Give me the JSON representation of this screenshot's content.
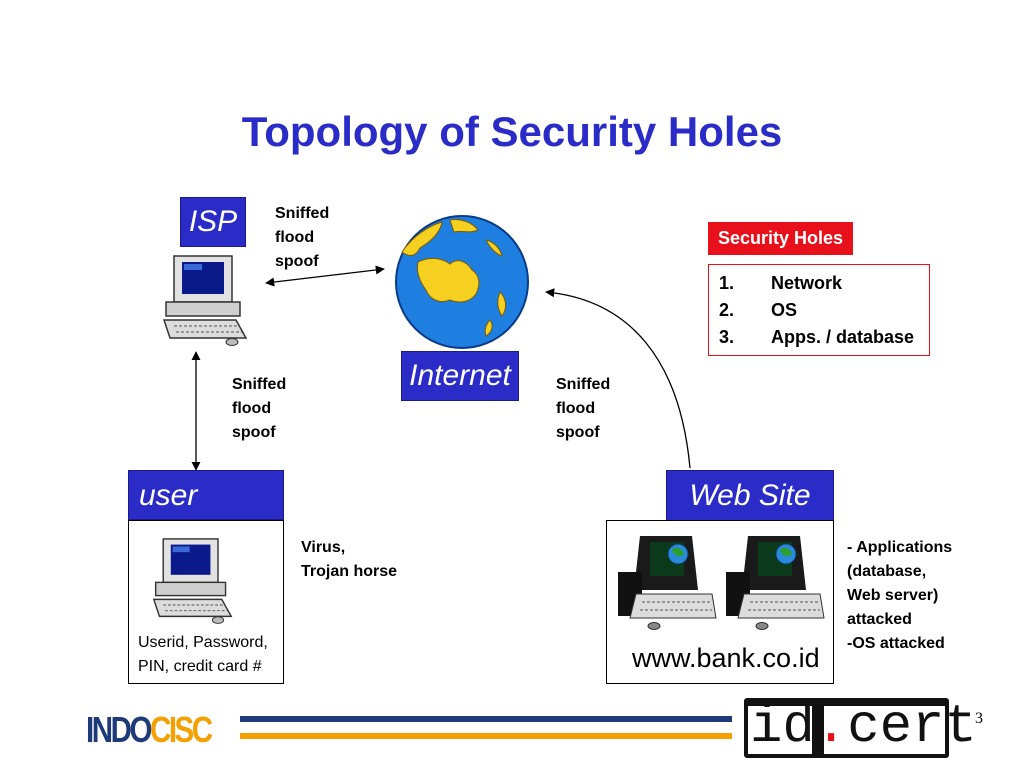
{
  "title": "Topology of Security Holes",
  "isp_label": "ISP",
  "internet_label": "Internet",
  "user_label": "user",
  "website_label": "Web Site",
  "isp_internet_threats": [
    "Sniffed",
    "flood",
    "spoof"
  ],
  "isp_user_threats": [
    "Sniffed",
    "flood",
    "spoof"
  ],
  "internet_website_threats": [
    "Sniffed",
    "flood",
    "spoof"
  ],
  "user_threats": [
    "Virus,",
    "Trojan horse"
  ],
  "user_data": [
    "Userid, Password,",
    "PIN, credit card #"
  ],
  "website_url": "www.bank.co.id",
  "website_attacks": {
    "line1_prefix": "- ",
    "line1": "Applications",
    "line2": "(database,",
    "line3": "Web server)",
    "line4": "attacked",
    "line5_prefix": "-",
    "line5": "OS attacked"
  },
  "security_holes": {
    "title": "Security Holes",
    "items": [
      {
        "num": "1.",
        "label": "Network"
      },
      {
        "num": "2.",
        "label": "OS"
      },
      {
        "num": "3.",
        "label": "Apps. / database"
      }
    ]
  },
  "footer": {
    "left_logo_part1": "INDO",
    "left_logo_part2": "CISC",
    "right_logo_part1": "id",
    "right_logo_dot": ".",
    "right_logo_part2": "cert",
    "page_number": "3"
  },
  "colors": {
    "title_blue": "#2b2bc7",
    "label_blue": "#2b2bc7",
    "security_red": "#e8101a",
    "footer_navy": "#1e3a78",
    "footer_orange": "#f5a000"
  }
}
